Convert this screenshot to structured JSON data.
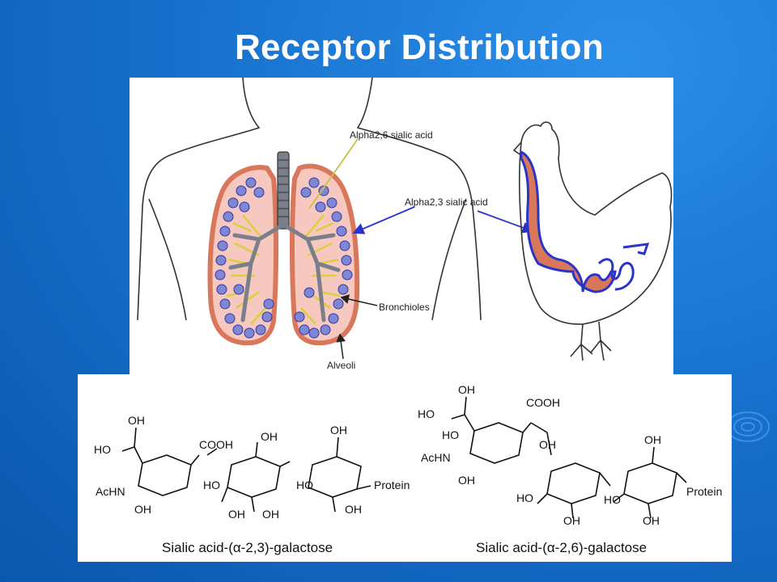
{
  "slide": {
    "title": "Receptor Distribution"
  },
  "top_figure": {
    "labels": {
      "alpha26": "Alpha2,6 sialic acid",
      "alpha23": "Alpha2,3 sialic acid",
      "bronchioles": "Bronchioles",
      "alveoli": "Alveoli"
    }
  },
  "structures": {
    "left": {
      "caption": "Sialic acid-(α-2,3)-galactose",
      "groups": [
        "OH",
        "HO",
        "COOH",
        "OH",
        "OH",
        "AcHN",
        "OH",
        "HO",
        "OH",
        "OH",
        "HO",
        "OH",
        "Protein"
      ]
    },
    "right": {
      "caption": "Sialic acid-(α-2,6)-galactose",
      "groups": [
        "OH",
        "HO",
        "COOH",
        "HO",
        "AcHN",
        "OH",
        "OH",
        "HO",
        "HO",
        "OH",
        "OH",
        "OH",
        "Protein"
      ]
    }
  },
  "colors": {
    "background": "#1873cf",
    "lung_fill": "#f6c8bf",
    "lung_outline": "#d9775b",
    "alveoli": "#7f86d4",
    "alpha23_arrow": "#2a34c9",
    "alpha26_line": "#c9c046",
    "bird_tract": "#d9775b"
  }
}
